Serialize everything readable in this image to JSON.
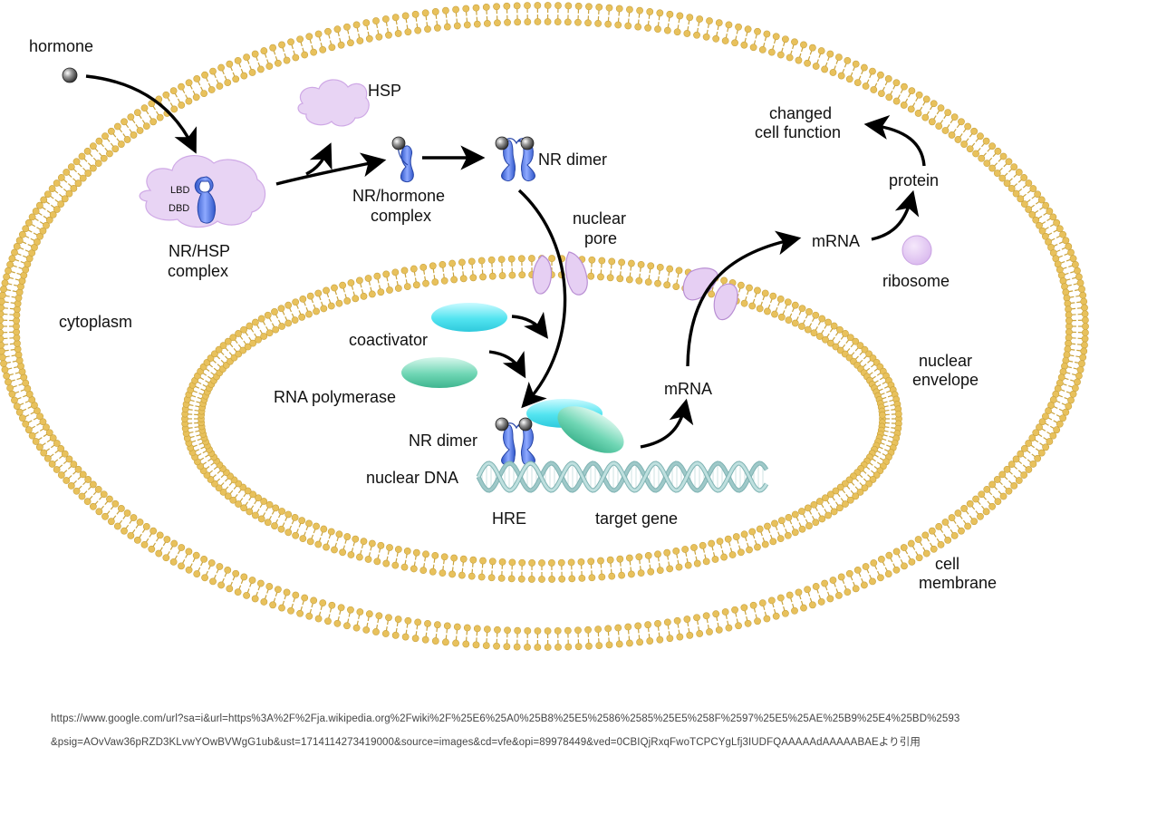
{
  "labels": {
    "hormone": "hormone",
    "hsp": "HSP",
    "lbd": "LBD",
    "dbd": "DBD",
    "nr_hsp_1": "NR/HSP",
    "nr_hsp_2": "complex",
    "nr_hormone_1": "NR/hormone",
    "nr_hormone_2": "complex",
    "nr_dimer_top": "NR dimer",
    "nuclear_pore_1": "nuclear",
    "nuclear_pore_2": "pore",
    "cytoplasm": "cytoplasm",
    "coactivator": "coactivator",
    "rna_polymerase": "RNA polymerase",
    "nr_dimer_bottom": "NR dimer",
    "nuclear_dna": "nuclear DNA",
    "hre": "HRE",
    "target_gene": "target gene",
    "mrna_nucleus": "mRNA",
    "mrna_cytoplasm": "mRNA",
    "protein": "protein",
    "changed_1": "changed",
    "changed_2": "cell function",
    "ribosome": "ribosome",
    "nuclear_envelope_1": "nuclear",
    "nuclear_envelope_2": "envelope",
    "cell_membrane_1": "cell",
    "cell_membrane_2": "membrane"
  },
  "source": {
    "line1": "https://www.google.com/url?sa=i&url=https%3A%2F%2Fja.wikipedia.org%2Fwiki%2F%25E6%25A0%25B8%25E5%2586%2585%25E5%258F%2597%25E5%25AE%25B9%25E4%25BD%2593",
    "line2": "&psig=AOvVaw36pRZD3KLvwYOwBVWgG1ub&ust=1714114273419000&source=images&cd=vfe&opi=89978449&ved=0CBIQjRxqFwoTCPCYgLfj3IUDFQAAAAAdAAAAABAEより引用"
  },
  "colors": {
    "membrane_head": "#e8c15c",
    "membrane_tail": "#c9a23c",
    "hsp": "#e7d3f3",
    "receptor": "#5b7fe0",
    "coactivator": "#5de6f2",
    "rna_polymerase": "#6fd6b4",
    "dna": "#9fc9c9"
  }
}
